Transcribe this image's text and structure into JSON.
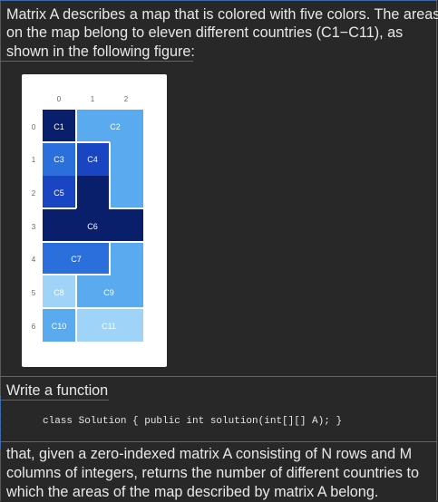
{
  "intro": {
    "line1": "Matrix A describes a map that is colored with five colors. The areas",
    "line2": "on the map belong to eleven different countries (C1−C11), as",
    "line3": "shown in the following figure:"
  },
  "figure": {
    "col_labels": [
      "0",
      "1",
      "2"
    ],
    "row_labels": [
      "0",
      "1",
      "2",
      "3",
      "4",
      "5",
      "6"
    ],
    "countries": [
      "C1",
      "C2",
      "C3",
      "C4",
      "C5",
      "C6",
      "C7",
      "C8",
      "C9",
      "C10",
      "C11"
    ],
    "colors": {
      "navy": "#0a1f6b",
      "royal": "#1a45c2",
      "medium": "#2a6fdc",
      "sky": "#5aaaf0",
      "pale": "#9fd3f7"
    }
  },
  "write_function": "Write a function",
  "code": "class Solution { public int solution(int[][] A); }",
  "outro": {
    "line1": "that, given a zero-indexed matrix A consisting of N rows and M",
    "line2": "columns of integers, returns the number of different countries to",
    "line3": "which the areas of the map described by matrix A belong."
  }
}
